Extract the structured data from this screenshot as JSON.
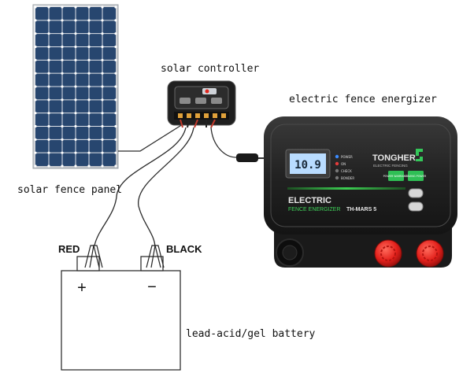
{
  "labels": {
    "solar_panel": "solar fence panel",
    "solar_controller": "solar controller",
    "energizer": "electric fence energizer",
    "battery": "lead-acid/gel battery",
    "terminal_positive": "RED",
    "terminal_negative": "BLACK"
  },
  "battery": {
    "plus_symbol": "+",
    "minus_symbol": "−"
  },
  "energizer_device": {
    "brand": "TONGHER",
    "brand_tagline": "ELECTRIC FENCING",
    "display_value": "10.9",
    "status_leds": [
      "POWER",
      "ON",
      "CHECK",
      "BONDER"
    ],
    "mode_buttons": [
      "POWER WARRANTY",
      "SAVING POWER"
    ],
    "title_line1": "ELECTRIC",
    "title_line2": "FENCE ENERGIZER",
    "model": "TH-MARS 5"
  },
  "colors": {
    "panel_cell": "#27466f",
    "panel_frame": "#c9ccd1",
    "device_body": "#232323",
    "accent_green": "#34c759",
    "knob_red": "#e3201b",
    "lcd": "#b9dcff"
  }
}
